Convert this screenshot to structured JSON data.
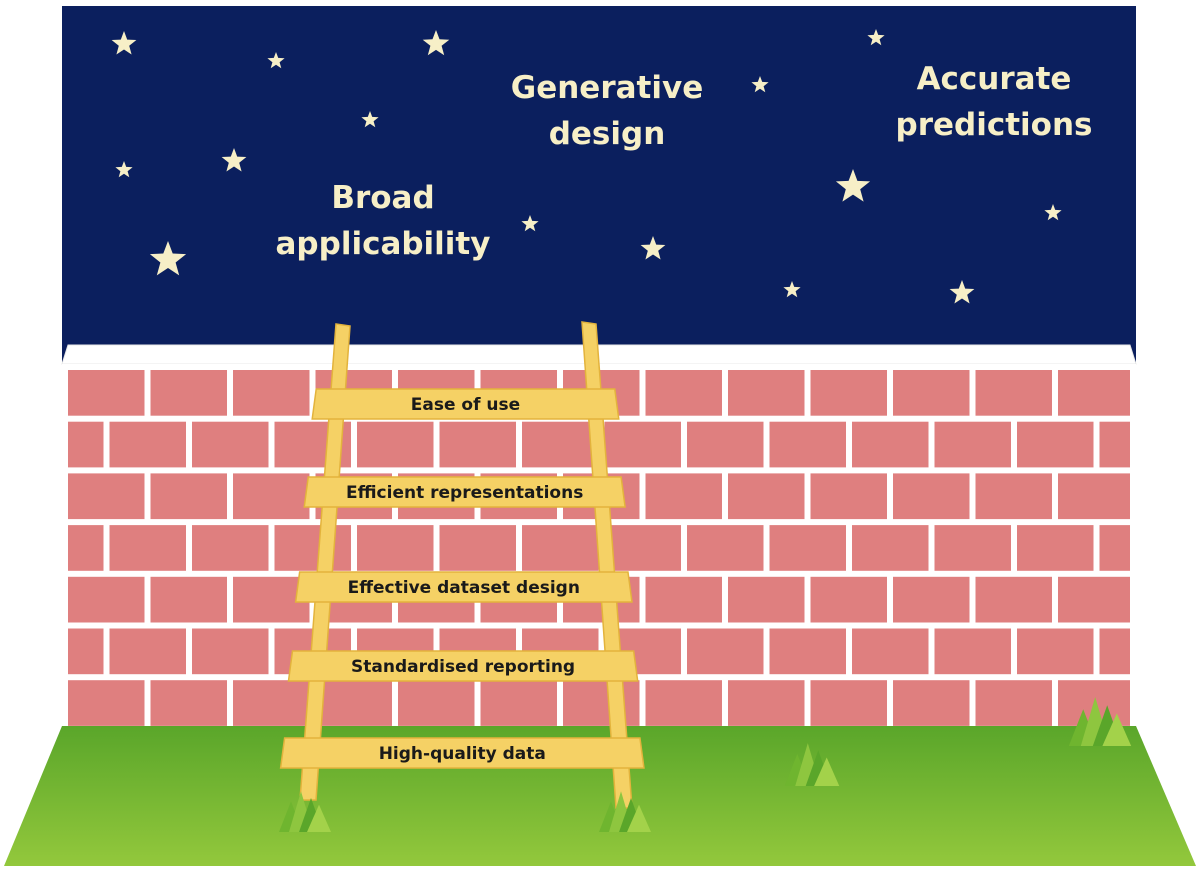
{
  "goals": {
    "broad_applicability": [
      "Broad",
      "applicability"
    ],
    "generative_design": [
      "Generative",
      "design"
    ],
    "accurate_predictions": [
      "Accurate",
      "predictions"
    ]
  },
  "rungs": [
    "Ease of use",
    "Efficient representations",
    "Effective dataset design",
    "Standardised reporting",
    "High-quality data"
  ],
  "colors": {
    "sky": "#0b1f5e",
    "star": "#f7efc7",
    "goal_text": "#f7efc7",
    "wall_mortar": "#ffffff",
    "brick": "#df7f7f",
    "grass_light": "#8cc23a",
    "grass_dark": "#4f9a22",
    "ladder": "#f5d165",
    "ladder_edge": "#e3b33c",
    "rung_text": "#1a1a1a"
  },
  "icons": [
    "star-icon",
    "grass-tuft-icon"
  ]
}
